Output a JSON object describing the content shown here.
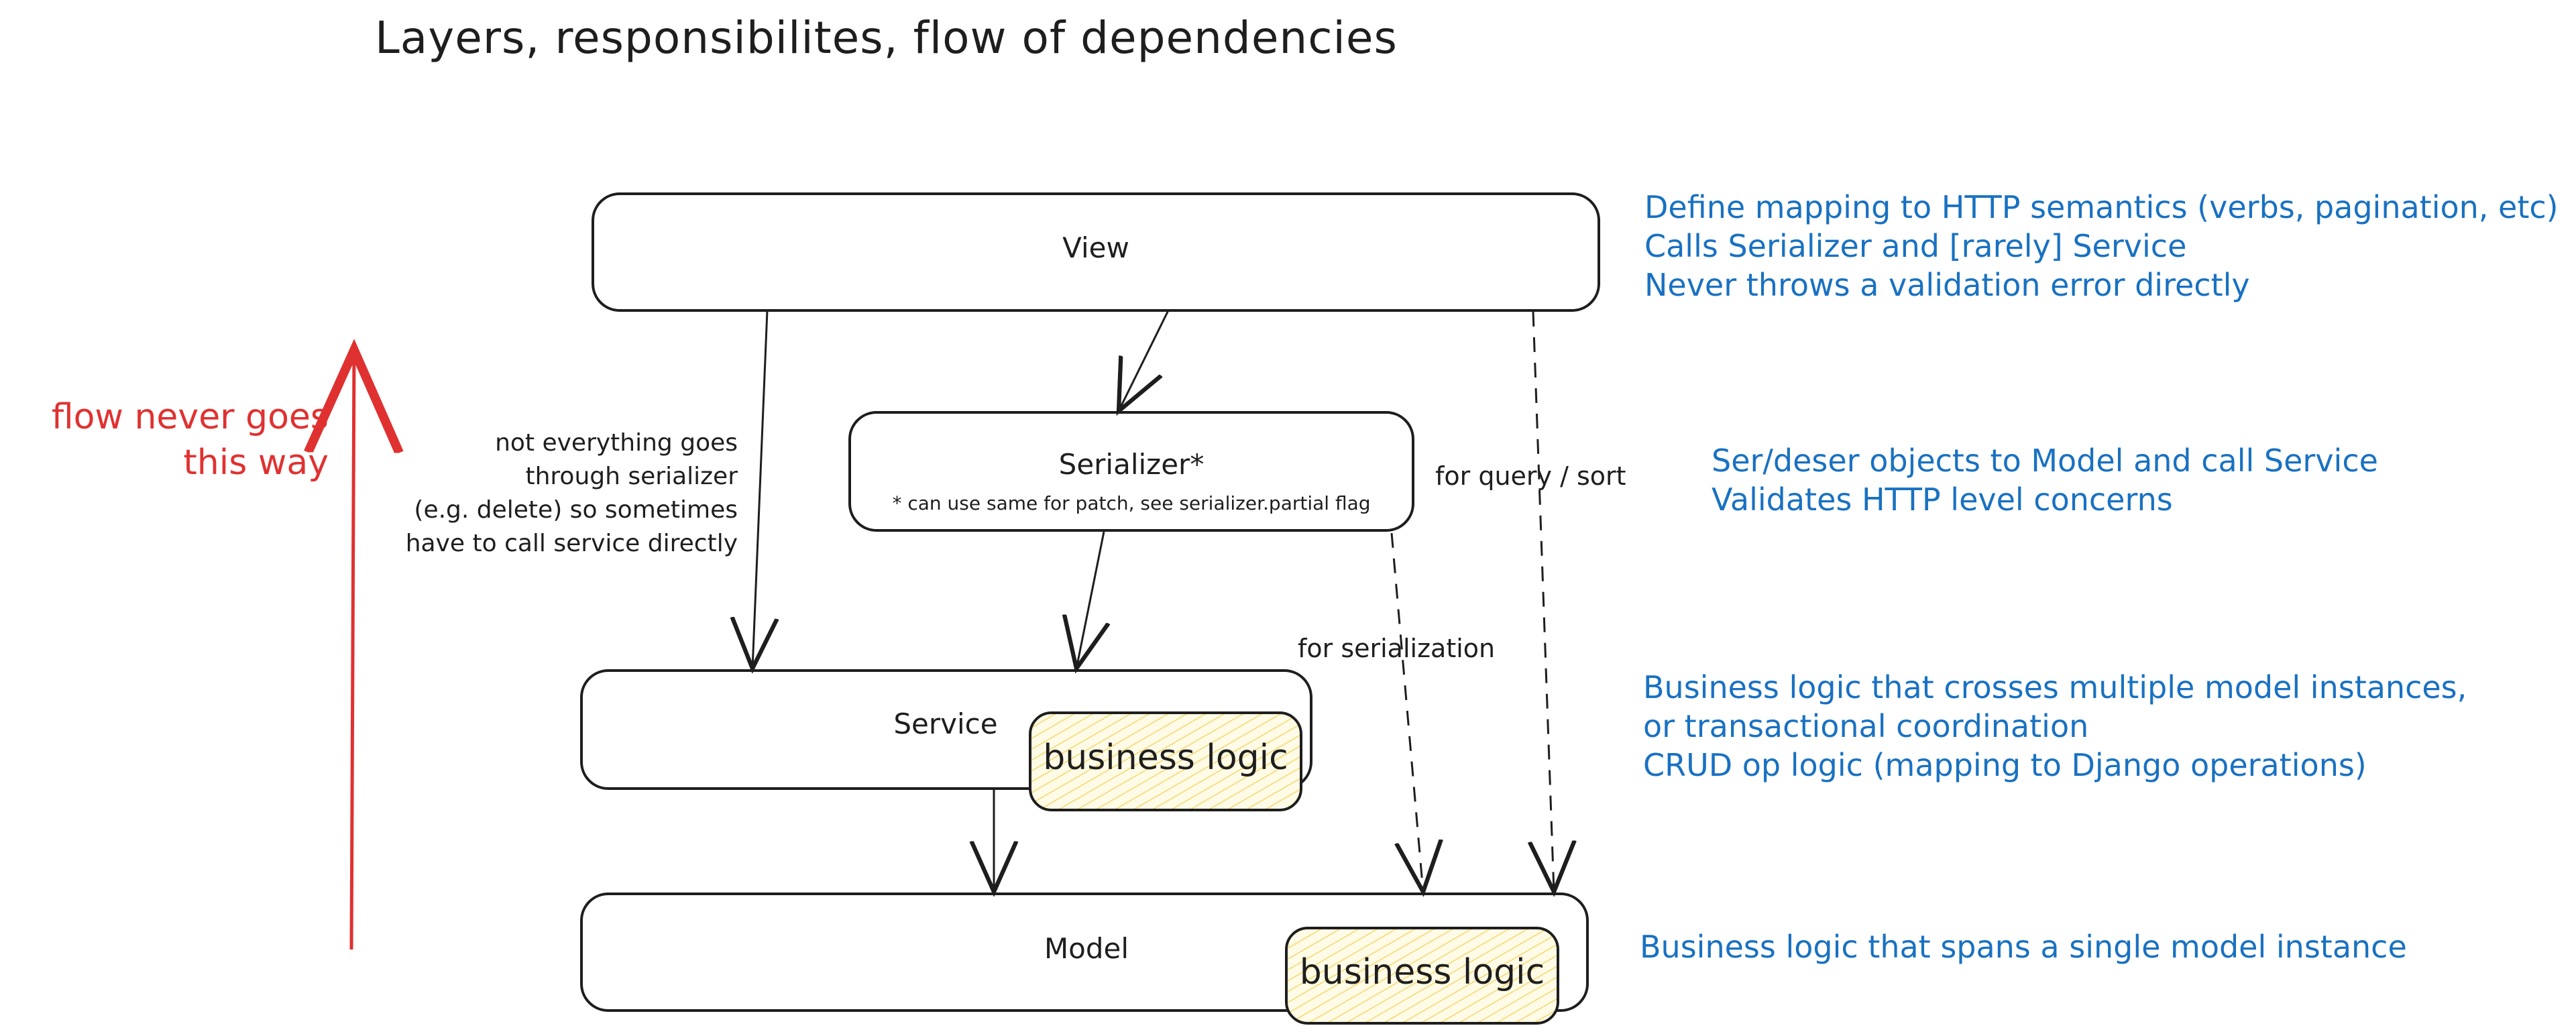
{
  "title": "Layers, responsibilites, flow of dependencies",
  "colors": {
    "stroke": "#1e1e1e",
    "annotation_blue": "#1971c2",
    "warning_red": "#e03131",
    "business_logic_fill": "#ffec99",
    "business_logic_hatch": "#f5d76e"
  },
  "nodes": {
    "view": {
      "label": "View"
    },
    "serializer": {
      "label": "Serializer*",
      "footnote": "* can use same for patch, see serializer.partial flag"
    },
    "service": {
      "label": "Service",
      "business_logic": "business logic"
    },
    "model": {
      "label": "Model",
      "business_logic": "business logic"
    }
  },
  "edges": [
    {
      "from": "View",
      "to": "Service",
      "style": "solid"
    },
    {
      "from": "View",
      "to": "Serializer",
      "style": "solid"
    },
    {
      "from": "Serializer",
      "to": "Service",
      "style": "solid"
    },
    {
      "from": "Service",
      "to": "Model",
      "style": "solid"
    },
    {
      "from": "Serializer",
      "to": "Model",
      "style": "dashed",
      "label": "for serialization"
    },
    {
      "from": "View",
      "to": "Model",
      "style": "dashed",
      "label": "for query / sort"
    }
  ],
  "edge_labels": {
    "for_serialization": "for serialization",
    "for_query_sort": "for query / sort"
  },
  "side_note": {
    "lines": [
      "not everything goes",
      "through serializer",
      "(e.g. delete) so sometimes",
      "have to call service directly"
    ]
  },
  "flow_warning": {
    "lines": [
      "flow never goes",
      "this way"
    ]
  },
  "responsibilities": {
    "view": [
      "Define mapping to HTTP semantics (verbs, pagination, etc)",
      "Calls Serializer and [rarely] Service",
      "Never throws a validation error directly"
    ],
    "serializer": [
      "Ser/deser objects to Model and call Service",
      "Validates HTTP level concerns"
    ],
    "service": [
      "Business logic that crosses multiple model instances,",
      "or transactional coordination",
      "CRUD op logic (mapping to Django operations)"
    ],
    "model": [
      "Business logic that spans a single model instance"
    ]
  }
}
